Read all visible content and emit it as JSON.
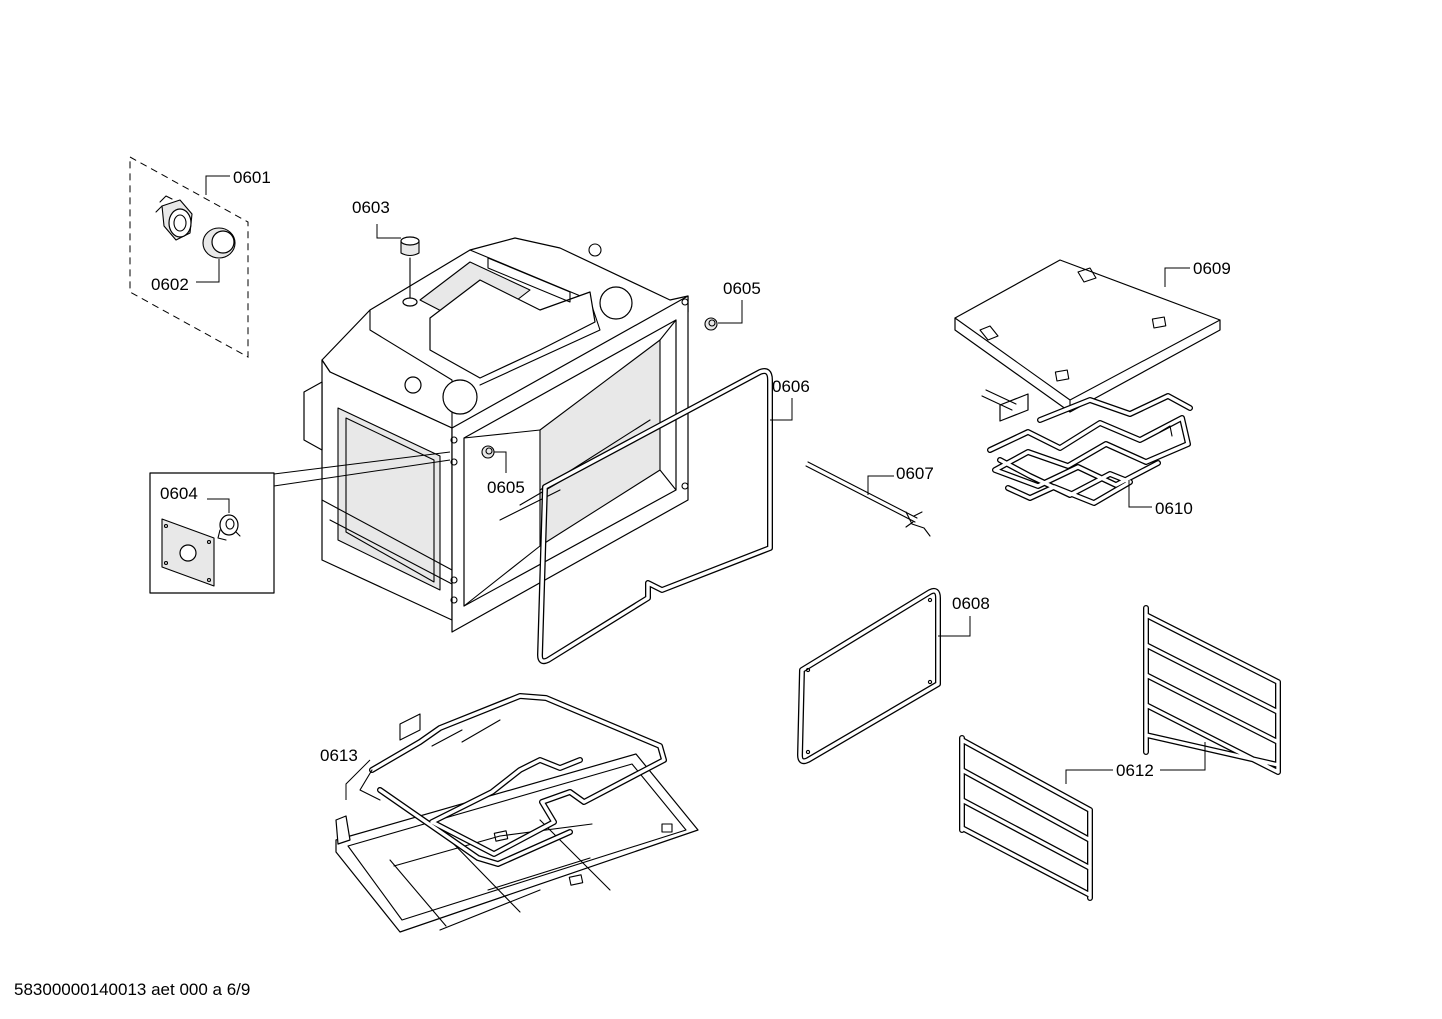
{
  "callouts": {
    "c0601": "0601",
    "c0602": "0602",
    "c0603": "0603",
    "c0604": "0604",
    "c0605a": "0605",
    "c0605b": "0605",
    "c0606": "0606",
    "c0607": "0607",
    "c0608": "0608",
    "c0609": "0609",
    "c0610": "0610",
    "c0612": "0612",
    "c0613": "0613"
  },
  "footer": {
    "document_ref": "58300000140013 aet 000 a 6/9"
  }
}
